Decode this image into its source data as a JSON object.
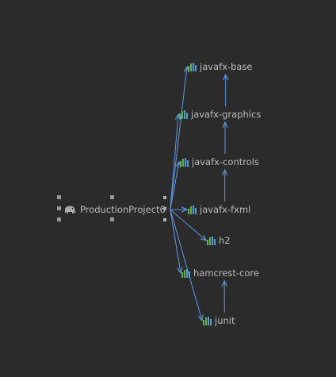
{
  "diagram": {
    "root": {
      "label": "ProductionProject6",
      "icon": "gradle-elephant-icon"
    },
    "dependencies": [
      {
        "id": "javafx-base",
        "label": "javafx-base",
        "icon": "library-bars-icon"
      },
      {
        "id": "javafx-graphics",
        "label": "javafx-graphics",
        "icon": "library-bars-icon"
      },
      {
        "id": "javafx-controls",
        "label": "javafx-controls",
        "icon": "library-bars-icon"
      },
      {
        "id": "javafx-fxml",
        "label": "javafx-fxml",
        "icon": "library-bars-icon"
      },
      {
        "id": "h2",
        "label": "h2",
        "icon": "library-bars-icon"
      },
      {
        "id": "hamcrest-core",
        "label": "hamcrest-core",
        "icon": "library-bars-icon"
      },
      {
        "id": "junit",
        "label": "junit",
        "icon": "library-bars-icon"
      }
    ],
    "edges": [
      {
        "from": "root",
        "to": "javafx-base"
      },
      {
        "from": "root",
        "to": "javafx-graphics"
      },
      {
        "from": "root",
        "to": "javafx-controls"
      },
      {
        "from": "root",
        "to": "javafx-fxml"
      },
      {
        "from": "root",
        "to": "h2"
      },
      {
        "from": "root",
        "to": "hamcrest-core"
      },
      {
        "from": "root",
        "to": "junit"
      },
      {
        "from": "javafx-graphics",
        "to": "javafx-base"
      },
      {
        "from": "javafx-controls",
        "to": "javafx-graphics"
      },
      {
        "from": "javafx-fxml",
        "to": "javafx-controls"
      },
      {
        "from": "junit",
        "to": "hamcrest-core"
      }
    ],
    "colors": {
      "background": "#2b2b2b",
      "edge": "#5b8fd6",
      "text": "#bbbbbb",
      "bar_green": "#62b543",
      "bar_blue": "#4aa3d8"
    }
  }
}
